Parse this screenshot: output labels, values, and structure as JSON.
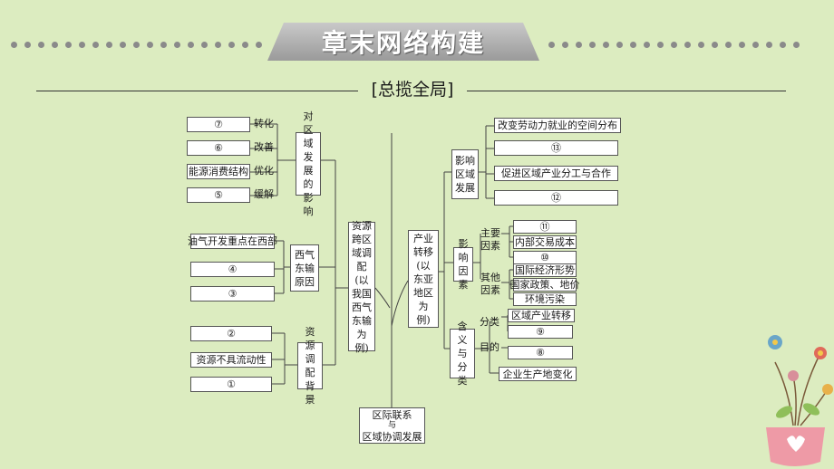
{
  "header": {
    "title": "章末网络构建",
    "subtitle": "[总揽全局]"
  },
  "left_top": {
    "rows": [
      {
        "box": "⑦",
        "label": "转化"
      },
      {
        "box": "⑥",
        "label": "改善"
      },
      {
        "box": "能源消费结构",
        "label": "优化"
      },
      {
        "box": "⑤",
        "label": "缓解"
      }
    ],
    "node": "对区域发展的影响"
  },
  "left_mid": {
    "rows": [
      "油气开发重点在西部",
      "④",
      "③"
    ],
    "node": "西气东输原因"
  },
  "left_bot": {
    "rows": [
      "②",
      "资源不具流动性",
      "①"
    ],
    "node": "资源调配背景"
  },
  "center_left": "资源跨区域调配(以我国西气东输为例)",
  "center_right": "产业转移(以东亚地区为例)",
  "bottom": {
    "line1": "区际联系",
    "line2": "与",
    "line3": "区域协调发展"
  },
  "right_top": {
    "node": "影响区域发展",
    "rows": [
      "改变劳动力就业的空间分布",
      "⑬",
      "促进区域产业分工与合作",
      "⑫"
    ]
  },
  "right_mid": {
    "node": "影响因素",
    "main_label": "主要因素",
    "main_rows": [
      "⑪",
      "内部交易成本",
      "⑩"
    ],
    "other_label": "其他因素",
    "other_rows": [
      "国际经济形势",
      "国家政策、地价",
      "环境污染"
    ]
  },
  "right_bot": {
    "node": "含义与分类",
    "cls_label": "分类",
    "cls_rows": [
      "区域产业转移",
      "⑨"
    ],
    "aim_label": "目的",
    "aim_rows": [
      "⑧"
    ],
    "last": "企业生产地变化"
  }
}
